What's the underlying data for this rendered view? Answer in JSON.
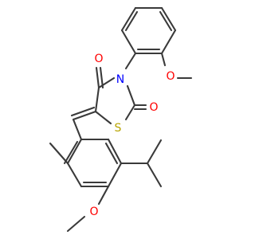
{
  "structure": {
    "atoms": [
      {
        "id": "O4",
        "label": "O",
        "color": "#ff0000"
      },
      {
        "id": "N3",
        "label": "N",
        "color": "#0000ff"
      },
      {
        "id": "O2",
        "label": "O",
        "color": "#ff0000"
      },
      {
        "id": "S1",
        "label": "S",
        "color": "#b8a400"
      },
      {
        "id": "Oar",
        "label": "O",
        "color": "#ff0000"
      },
      {
        "id": "Omb",
        "label": "O",
        "color": "#ff0000"
      }
    ],
    "bond_color": "#3a3a3a"
  }
}
